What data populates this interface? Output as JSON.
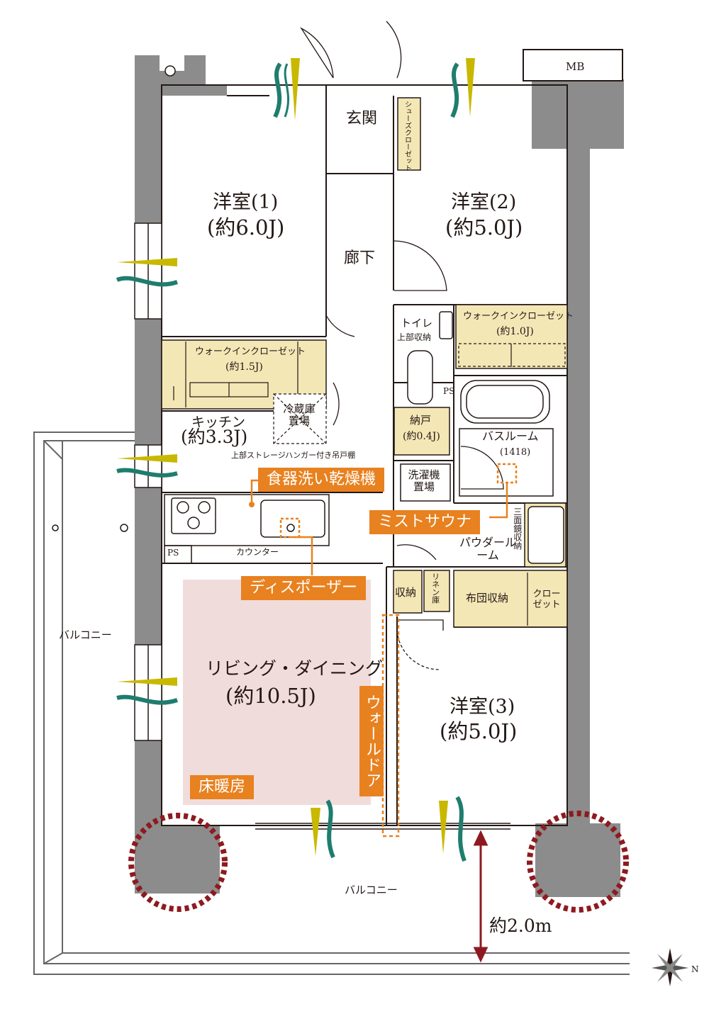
{
  "rooms": {
    "western1": {
      "name": "洋室(1)",
      "size": "(約6.0J)"
    },
    "western2": {
      "name": "洋室(2)",
      "size": "(約5.0J)"
    },
    "western3": {
      "name": "洋室(3)",
      "size": "(約5.0J)"
    },
    "living": {
      "name": "リビング・ダイニング",
      "size": "(約10.5J)"
    },
    "kitchen": {
      "name": "キッチン",
      "size": "(約3.3J)"
    }
  },
  "labels": {
    "entrance": "玄関",
    "shoe_closet": "シューズクローゼット",
    "corridor": "廊下",
    "wic1_name": "ウォークインクローゼット",
    "wic1_size": "(約1.5J)",
    "wic2_name": "ウォークインクローゼット",
    "wic2_size": "(約1.0J)",
    "fridge": "冷蔵庫置場",
    "toilet": "トイレ",
    "upper_storage": "上部収納",
    "ps": "PS",
    "pantry_name": "納戸",
    "pantry_size": "(約0.4J)",
    "bathroom": "バスルーム",
    "bath_size": "(1418)",
    "washer": "洗濯機置場",
    "mirror_storage": "三面鏡収納",
    "powder_room": "パウダールーム",
    "counter": "カウンター",
    "hanger_shelf": "上部ストレージハンガー付き吊戸棚",
    "storage": "収納",
    "linen": "リネン庫",
    "futon": "布団収納",
    "closet": "クローゼット",
    "balcony_side": "バルコニー",
    "balcony_bottom": "バルコニー",
    "mb": "MB",
    "depth": "約2.0m",
    "compass": "N"
  },
  "features": {
    "dish_dryer": "食器洗い乾燥機",
    "mist_sauna": "ミストサウナ",
    "disposer": "ディスポーザー",
    "wall_door": "ウォールドア",
    "floor_heating": "床暖房"
  },
  "colors": {
    "wall": "#8c8c8c",
    "storage": "#f4e7b6",
    "floor_heating": "#f1dcdc",
    "feature_tag": "#e8811f",
    "column_marker": "#8e1a1f",
    "vent_yellow": "#c9b800",
    "vent_teal": "#1e7d6e"
  }
}
